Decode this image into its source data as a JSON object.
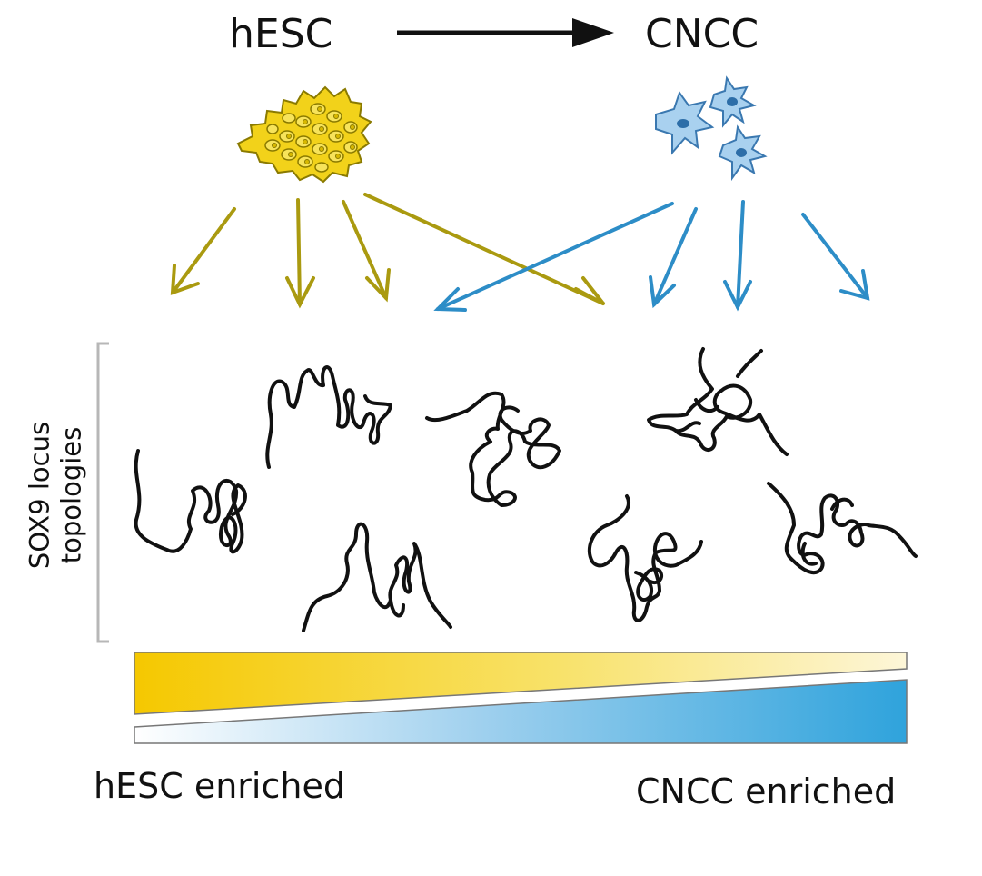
{
  "source_label": "hESC",
  "target_label": "CNCC",
  "axis_label_line1": "SOX9 locus",
  "axis_label_line2": "topologies",
  "left_enriched_label": "hESC enriched",
  "right_enriched_label": "CNCC enriched",
  "colors": {
    "hesc_yellow": "#f2d21a",
    "hesc_arrow": "#aa9a10",
    "cncc_blue": "#2d8dc7",
    "cncc_cell": "#a9d1ef",
    "gradient_yellow": "#f5c800",
    "gradient_blue": "#2fa3dc",
    "line": "#111111",
    "bracket": "#b7b7b7"
  },
  "icons": [
    "hesc-colony-icon",
    "cncc-cells-icon"
  ]
}
